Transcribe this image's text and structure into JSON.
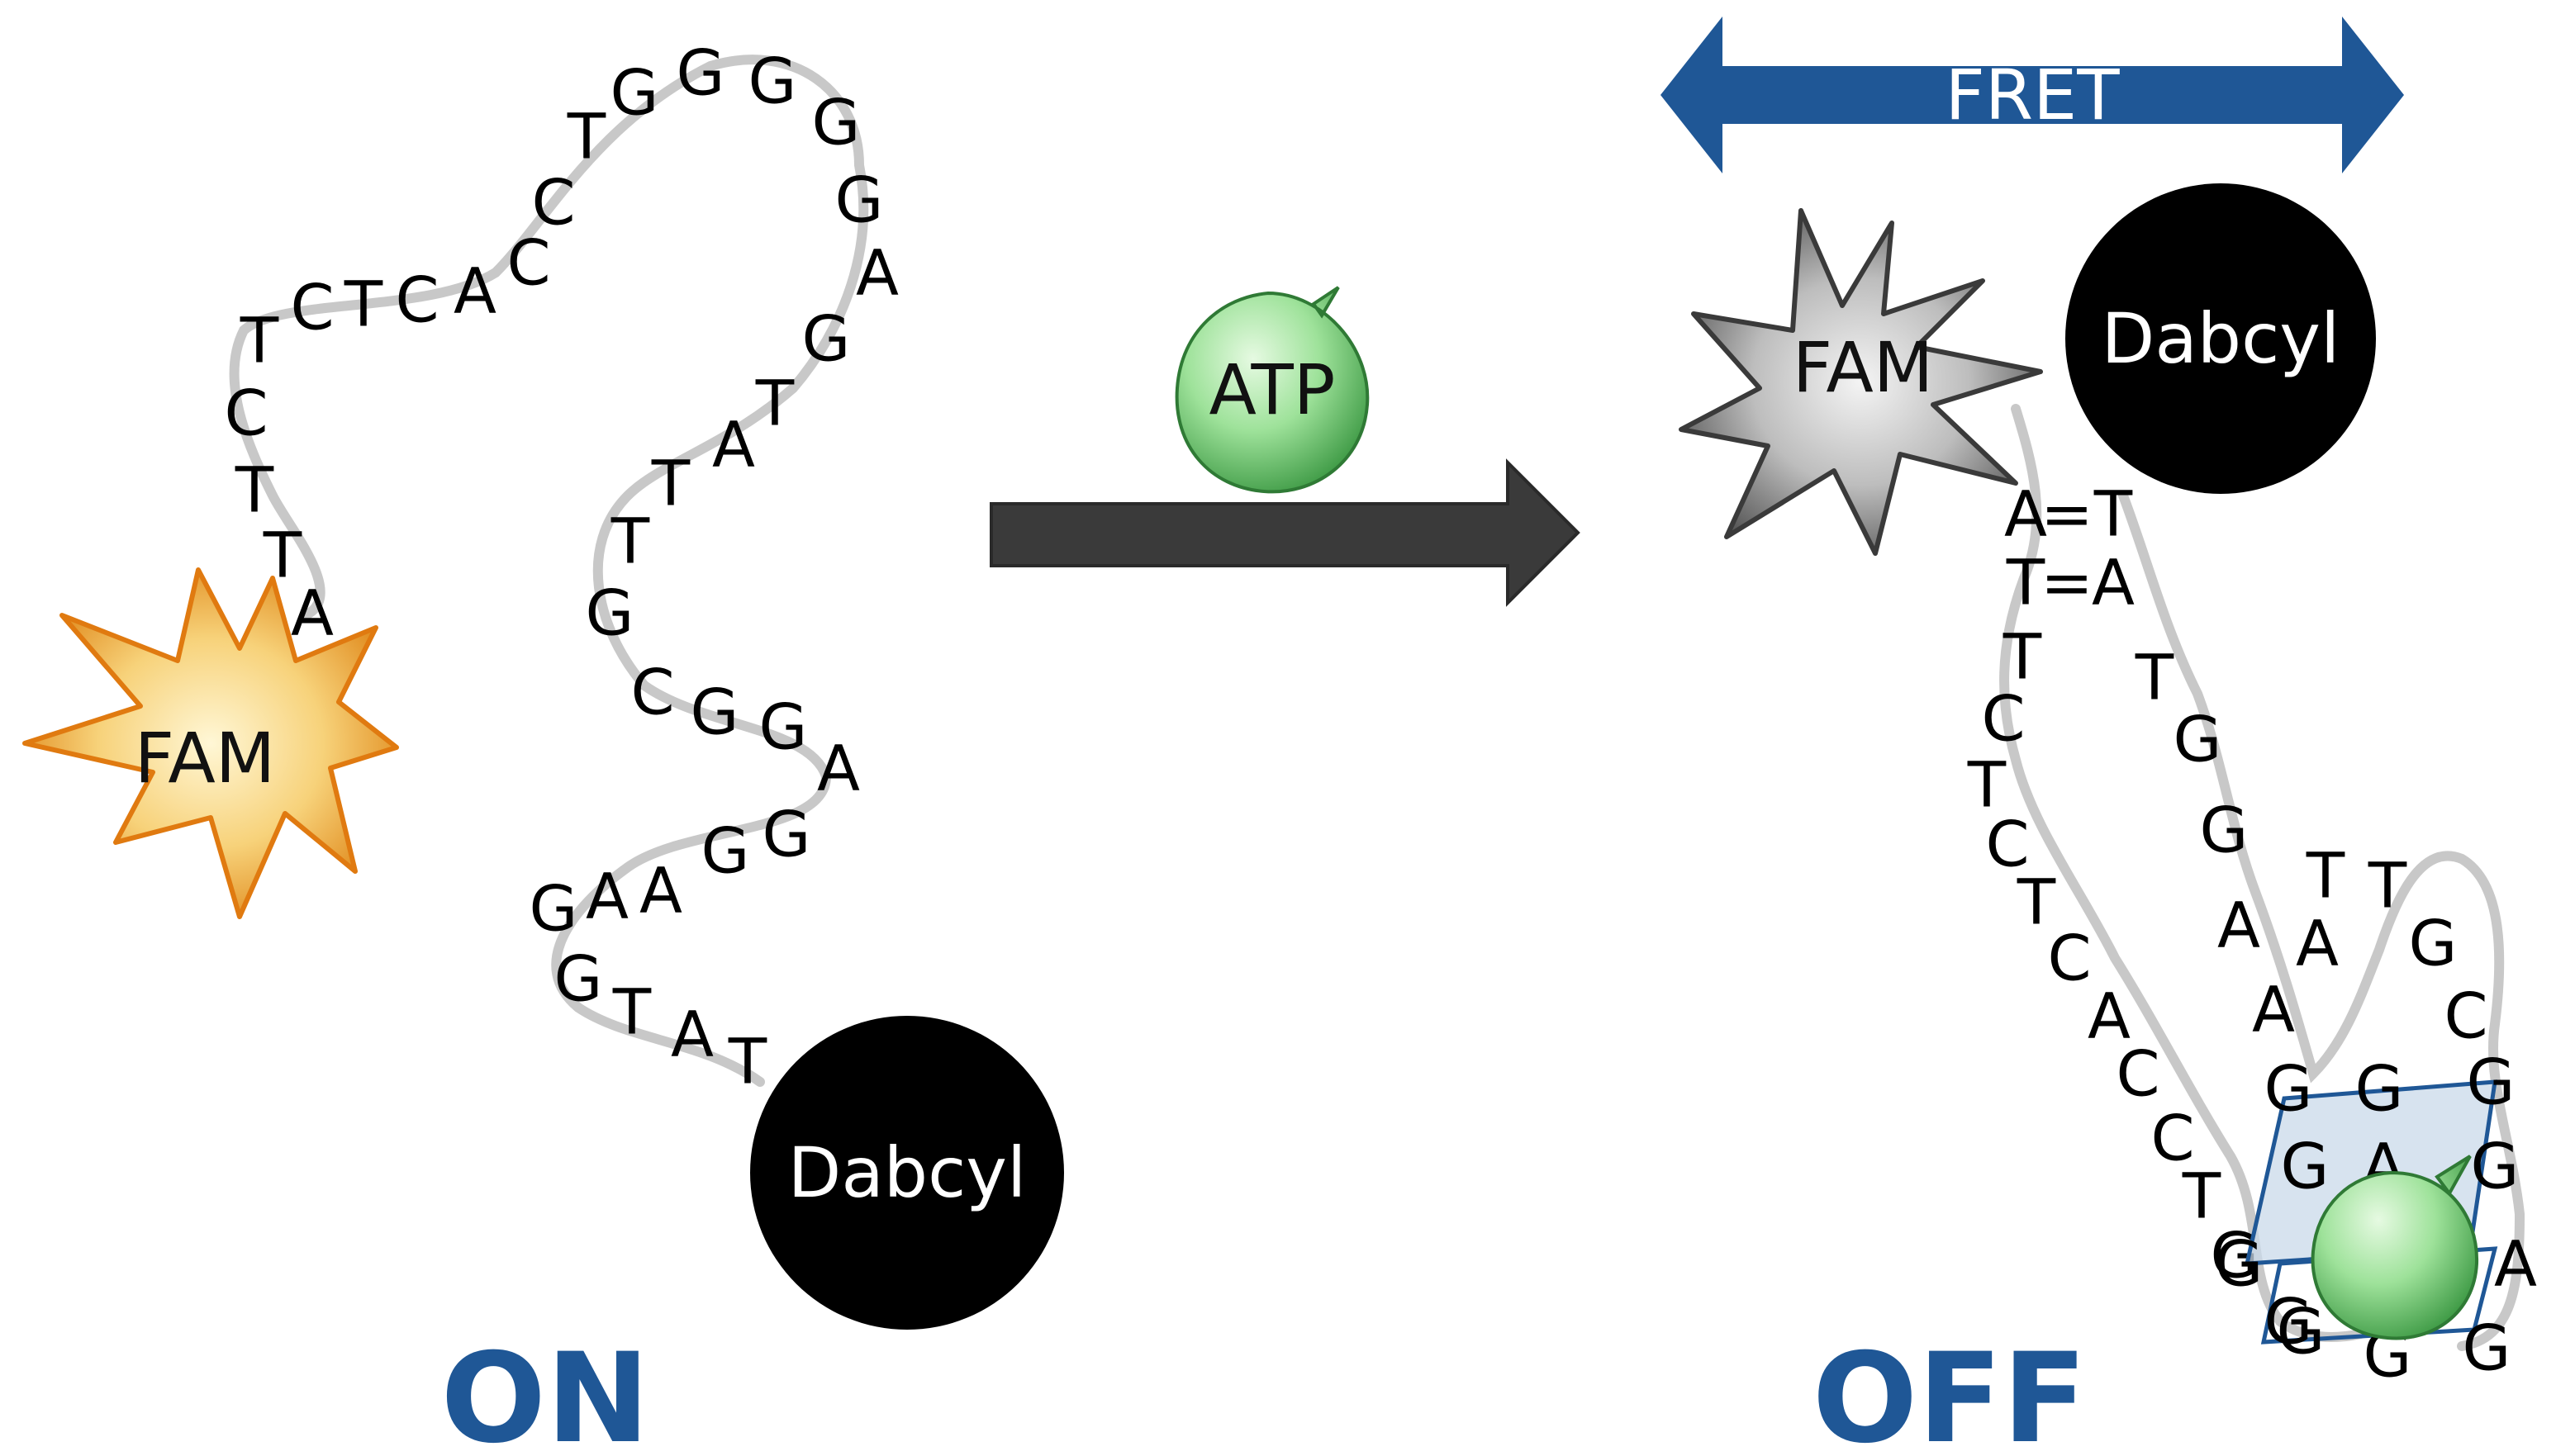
{
  "labels": {
    "on": "ON",
    "off": "OFF",
    "fret": "FRET",
    "atp": "ATP",
    "fam_on": "FAM",
    "dabcyl_on": "Dabcyl",
    "fam_off": "FAM",
    "dabcyl_off": "Dabcyl"
  },
  "on_strand": [
    "A",
    "T",
    "T",
    "C",
    "T",
    "C",
    "T",
    "C",
    "A",
    "C",
    "C",
    "T",
    "G",
    "G",
    "G",
    "G",
    "G",
    "A",
    "G",
    "T",
    "A",
    "T",
    "T",
    "G",
    "C",
    "G",
    "G",
    "A",
    "G",
    "G",
    "A",
    "A",
    "G",
    "G",
    "T",
    "A",
    "T"
  ],
  "off_strand": {
    "pairs": [
      [
        "A",
        "=",
        "T"
      ],
      [
        "T",
        "=",
        "A"
      ]
    ],
    "left_arm": [
      "T",
      "C",
      "T",
      "C",
      "T",
      "C",
      "A",
      "C",
      "C",
      "T",
      "G"
    ],
    "right_arm": [
      "T",
      "G",
      "G",
      "A",
      "A"
    ],
    "loop": [
      "A",
      "T",
      "T",
      "G",
      "C"
    ],
    "quad": [
      "G",
      "G",
      "G",
      "G",
      "A",
      "G",
      "G",
      "A",
      "G",
      "G",
      "G",
      "G"
    ]
  },
  "colors": {
    "label_blue": "#1f5796",
    "arrow_blue": "#1f5796",
    "arrow_dark": "#3a3a3a",
    "backbone": "#c8c8c8",
    "quad_fill": "#c9d9ea",
    "atp_green": "#8fd68c"
  }
}
